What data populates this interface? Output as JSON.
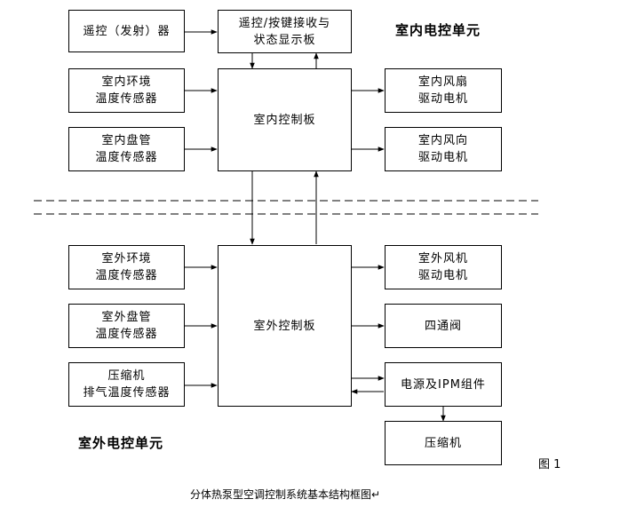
{
  "units": {
    "indoor_title": "室内电控单元",
    "outdoor_title": "室外电控单元"
  },
  "boxes": {
    "remote": "遥控（发射）器",
    "receiver": "遥控/按键接收与\n状态显示板",
    "indoor_env_sensor": "室内环境\n温度传感器",
    "indoor_coil_sensor": "室内盘管\n温度传感器",
    "indoor_board": "室内控制板",
    "indoor_fan": "室内风扇\n驱动电机",
    "indoor_louver": "室内风向\n驱动电机",
    "outdoor_env_sensor": "室外环境\n温度传感器",
    "outdoor_coil_sensor": "室外盘管\n温度传感器",
    "discharge_sensor": "压缩机\n排气温度传感器",
    "outdoor_board": "室外控制板",
    "outdoor_fan": "室外风机\n驱动电机",
    "four_way_valve": "四通阀",
    "power_ipm": "电源及IPM组件",
    "compressor": "压缩机"
  },
  "figure_number": "图 1",
  "caption": "分体热泵型空调控制系统基本结构框图↵"
}
